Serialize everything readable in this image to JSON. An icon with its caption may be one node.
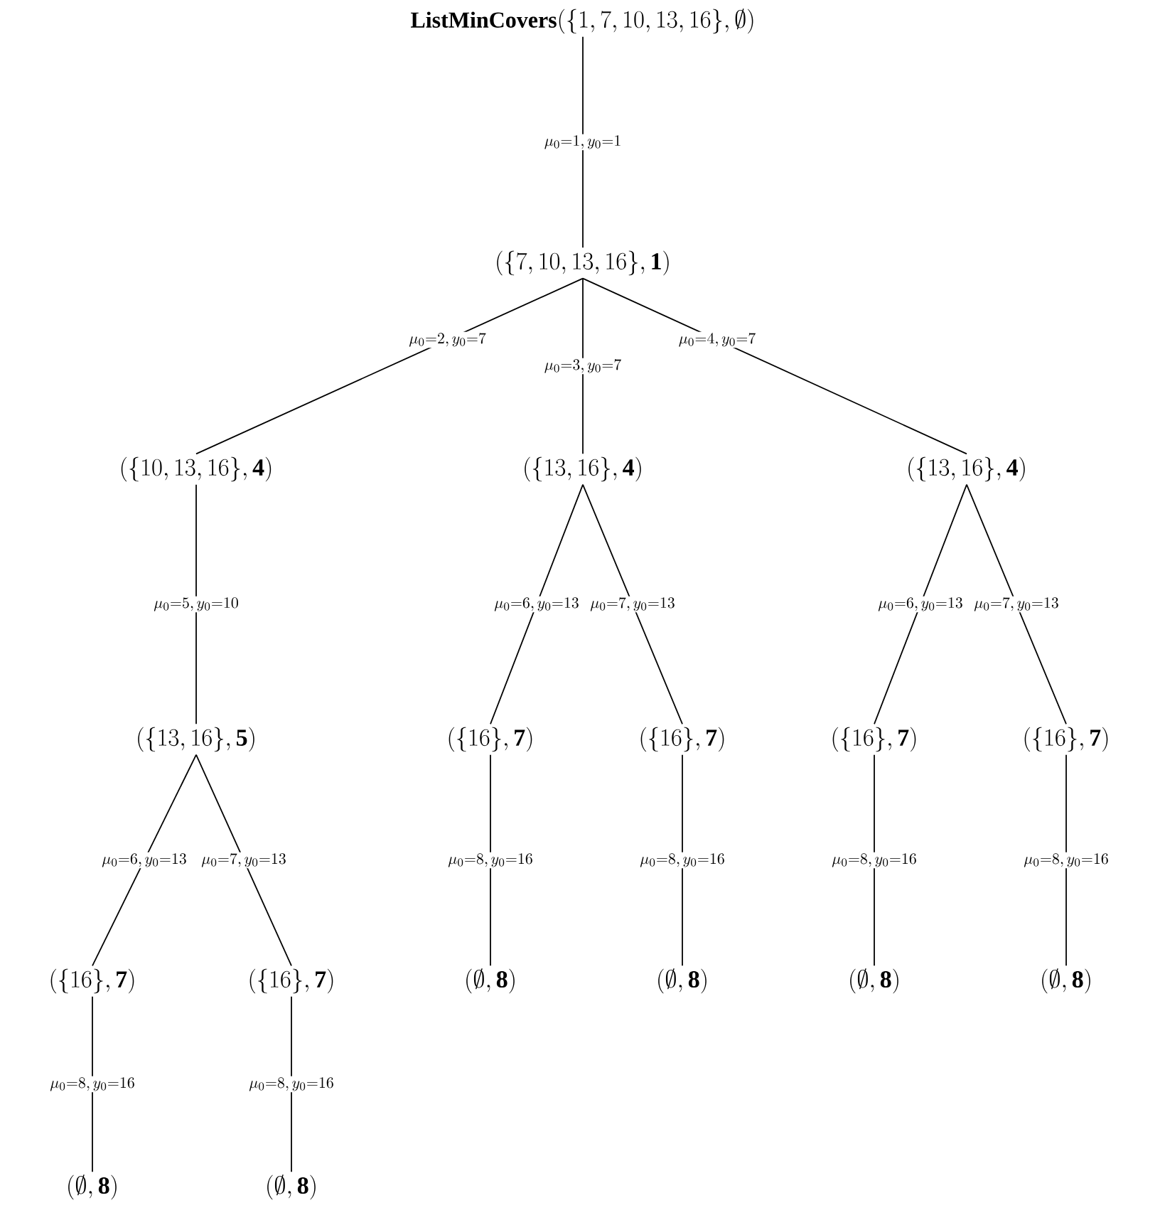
{
  "diagram": {
    "nodes": [
      {
        "text": [
          "\\mathbf{ListMinCovers}(\\{1,7,10,13,16\\},\\emptyset)"
        ]
      },
      {
        "text": [
          "(\\{7,10,13,16\\},\\mathbf{1})"
        ]
      },
      {
        "text": [
          "(\\{10,13,16\\},\\mathbf{4})"
        ]
      },
      {
        "text": [
          "(\\{13,16\\},\\mathbf{4})"
        ]
      },
      {
        "text": [
          "(\\{13,16\\},\\mathbf{4})"
        ]
      },
      {
        "text": [
          "(\\{13,16\\},\\mathbf{5})"
        ]
      },
      {
        "text": [
          "(\\{16\\},\\mathbf{7})"
        ]
      },
      {
        "text": [
          "(\\{16\\},\\mathbf{7})"
        ]
      },
      {
        "text": [
          "(\\{16\\},\\mathbf{7})"
        ]
      },
      {
        "text": [
          "(\\{16\\},\\mathbf{7})"
        ]
      },
      {
        "text": [
          "(\\{16\\},\\mathbf{7})"
        ]
      },
      {
        "text": [
          "(\\{16\\},\\mathbf{7})"
        ]
      },
      {
        "text": [
          "(\\emptyset,\\mathbf{8})"
        ]
      },
      {
        "text": [
          "(\\emptyset,\\mathbf{8})"
        ]
      },
      {
        "text": [
          "(\\emptyset,\\mathbf{8})"
        ]
      },
      {
        "text": [
          "(\\emptyset,\\mathbf{8})"
        ]
      },
      {
        "text": [
          "(\\emptyset,\\mathbf{8})"
        ]
      },
      {
        "text": [
          "(\\emptyset,\\mathbf{8})"
        ]
      }
    ],
    "edges": [
      {
        "from": 0,
        "to": 1,
        "arrow": "none",
        "label": "\\mu_0{=}1,y_0{=}1"
      },
      {
        "from": 1,
        "to": 2,
        "arrow": "none",
        "label": "\\mu_0{=}2,y_0{=}7"
      },
      {
        "from": 1,
        "to": 3,
        "arrow": "none",
        "label": "\\mu_0{=}3,y_0{=}7"
      },
      {
        "from": 1,
        "to": 4,
        "arrow": "none",
        "label": "\\mu_0{=}4,y_0{=}7"
      },
      {
        "from": 2,
        "to": 5,
        "arrow": "none",
        "label": "\\mu_0{=}5,y_0{=}10"
      },
      {
        "from": 3,
        "to": 6,
        "arrow": "none",
        "label": "\\mu_0{=}6,y_0{=}13"
      },
      {
        "from": 3,
        "to": 7,
        "arrow": "none",
        "label": "\\mu_0{=}7,y_0{=}13"
      },
      {
        "from": 4,
        "to": 8,
        "arrow": "none",
        "label": "\\mu_0{=}6,y_0{=}13"
      },
      {
        "from": 4,
        "to": 9,
        "arrow": "none",
        "label": "\\mu_0{=}7,y_0{=}13"
      },
      {
        "from": 5,
        "to": 10,
        "arrow": "none",
        "label": "\\mu_0{=}6,y_0{=}13"
      },
      {
        "from": 5,
        "to": 11,
        "arrow": "none",
        "label": "\\mu_0{=}7,y_0{=}13"
      },
      {
        "from": 6,
        "to": 12,
        "arrow": "none",
        "label": "\\mu_0{=}8,y_0{=}16"
      },
      {
        "from": 7,
        "to": 13,
        "arrow": "none",
        "label": "\\mu_0{=}8,y_0{=}16"
      },
      {
        "from": 8,
        "to": 14,
        "arrow": "none",
        "label": "\\mu_0{=}8,y_0{=}16"
      },
      {
        "from": 9,
        "to": 15,
        "arrow": "none",
        "label": "\\mu_0{=}8,y_0{=}16"
      },
      {
        "from": 10,
        "to": 16,
        "arrow": "none",
        "label": "\\mu_0{=}8,y_0{=}16"
      },
      {
        "from": 11,
        "to": 17,
        "arrow": "none",
        "label": "\\mu_0{=}8,y_0{=}16"
      }
    ]
  }
}
